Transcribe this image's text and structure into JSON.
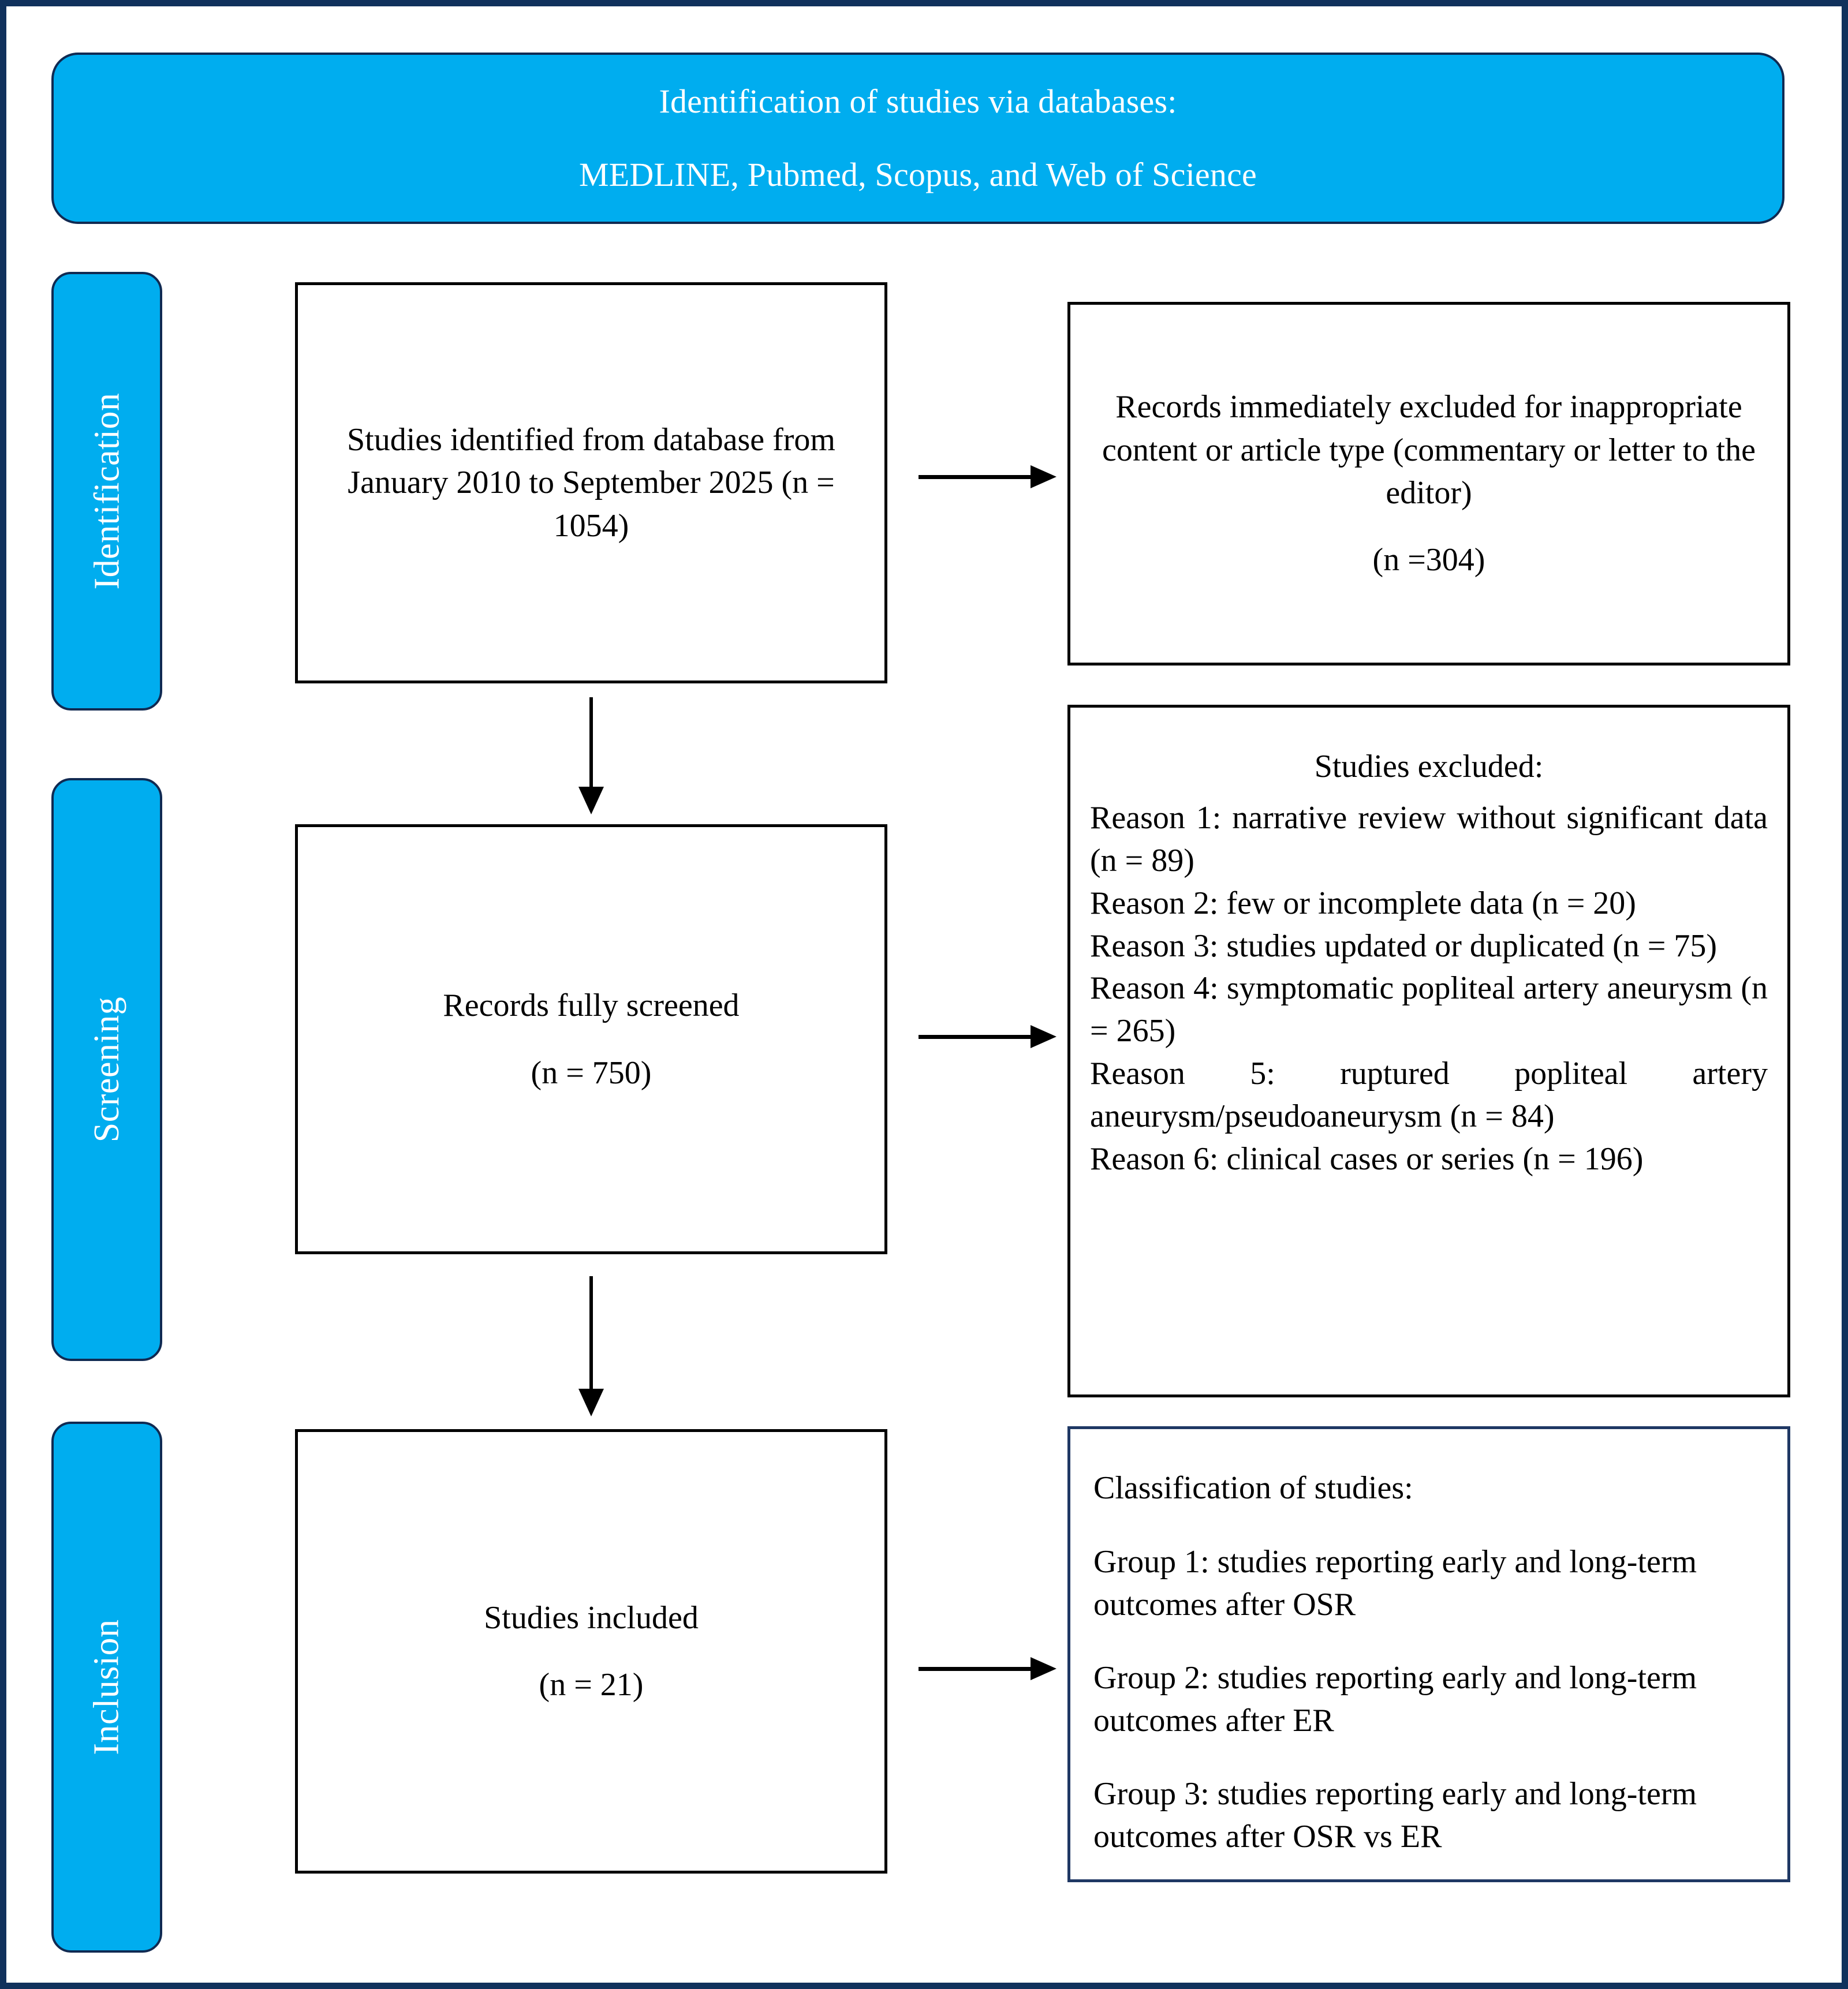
{
  "colors": {
    "frame_border": "#10315c",
    "stage_cyan": "#00adef",
    "stage_border": "#102a52",
    "box_border": "#000000",
    "classification_border": "#1f3864",
    "banner_text": "#ffffff"
  },
  "header": {
    "line1": "Identification of studies via databases:",
    "line2": "MEDLINE, Pubmed, Scopus, and Web of Science"
  },
  "stages": {
    "identification": "Identification",
    "screening": "Screening",
    "inclusion": "Inclusion"
  },
  "boxes": {
    "identified": {
      "text": "Studies identified from database from January 2010 to September 2025 (n = 1054)"
    },
    "excluded_early": {
      "text": "Records immediately excluded for inappropriate content or article type (commentary or letter to the editor)",
      "count": "(n =304)"
    },
    "screened": {
      "text": "Records fully screened",
      "count": "(n = 750)"
    },
    "excluded_reasons": {
      "title": "Studies excluded:",
      "items": [
        "Reason 1: narrative review without significant data (n = 89)",
        "Reason 2: few or incomplete data (n = 20)",
        "Reason 3: studies updated or duplicated (n = 75)",
        "Reason 4: symptomatic popliteal artery aneurysm (n = 265)",
        "Reason 5: ruptured popliteal artery aneurysm/pseudoaneurysm (n = 84)",
        "Reason 6: clinical cases or series (n = 196)"
      ]
    },
    "included": {
      "text": "Studies included",
      "count": "(n = 21)"
    },
    "classification": {
      "title": "Classification of studies:",
      "groups": [
        "Group 1: studies reporting early and long-term outcomes after OSR",
        "Group 2: studies reporting early and long-term outcomes after ER",
        "Group 3: studies reporting early and long-term outcomes after OSR vs ER"
      ]
    }
  },
  "arrows": {
    "identified_to_excluded": "arrow-right",
    "identified_to_screened": "arrow-down",
    "screened_to_excluded": "arrow-right",
    "screened_to_included": "arrow-down",
    "included_to_classification": "arrow-right"
  }
}
